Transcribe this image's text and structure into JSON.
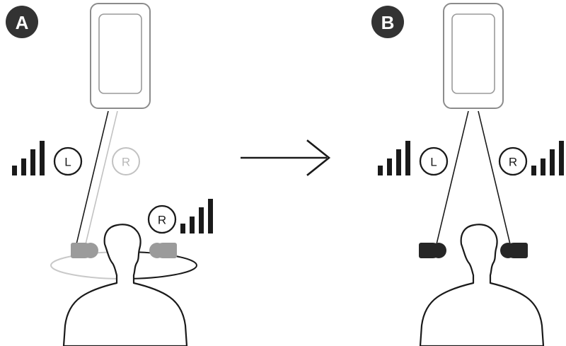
{
  "figure": {
    "panels": [
      {
        "id": "A",
        "badge_label": "A",
        "badge_color": "#333333",
        "badge_text_color": "#ffffff",
        "device": {
          "name": "smartphone",
          "outline_color": "#8c8c8c",
          "screen_color": "#9a9a9a"
        },
        "listener": {
          "name": "head-and-shoulders-silhouette",
          "outline_color": "#1a1a1a"
        },
        "neckband": {
          "name": "neckband-cable-loop",
          "visible": true,
          "left_color": "#c9c9c9",
          "right_color": "#1a1a1a"
        },
        "earbuds": [
          {
            "side": "left",
            "state": "inactive",
            "color": "#9b9b9b"
          },
          {
            "side": "right",
            "state": "inactive",
            "color": "#9b9b9b"
          }
        ],
        "links": [
          {
            "from": "phone",
            "to": "left-earbud",
            "style": "strong",
            "color": "#1a1a1a"
          },
          {
            "from": "phone",
            "to": "left-earbud",
            "style": "weak",
            "color": "#c2c2c2"
          }
        ],
        "channel_badges": [
          {
            "label": "L",
            "state": "strong",
            "color": "#1a1a1a",
            "has_signal_bars": true,
            "bars_side": "left"
          },
          {
            "label": "R",
            "state": "weak",
            "color": "#c2c2c2",
            "has_signal_bars": false,
            "bars_side": "none"
          },
          {
            "label": "R",
            "state": "strong",
            "color": "#1a1a1a",
            "has_signal_bars": true,
            "bars_side": "right"
          }
        ],
        "signal_bars": [
          {
            "name": "signal-bars-left",
            "levels": [
              4,
              9,
              15,
              21
            ],
            "filled": 4,
            "total": 4,
            "color": "#1a1a1a"
          },
          {
            "name": "signal-bars-relay",
            "levels": [
              4,
              9,
              15,
              21
            ],
            "filled": 4,
            "total": 4,
            "color": "#1a1a1a"
          }
        ]
      },
      {
        "id": "B",
        "badge_label": "B",
        "badge_color": "#333333",
        "badge_text_color": "#ffffff",
        "device": {
          "name": "smartphone",
          "outline_color": "#8c8c8c",
          "screen_color": "#9a9a9a"
        },
        "listener": {
          "name": "head-and-shoulders-silhouette",
          "outline_color": "#1a1a1a"
        },
        "neckband": {
          "name": "neckband-cable-loop",
          "visible": false,
          "left_color": "#c9c9c9",
          "right_color": "#1a1a1a"
        },
        "earbuds": [
          {
            "side": "left",
            "state": "active",
            "color": "#262626"
          },
          {
            "side": "right",
            "state": "active",
            "color": "#262626"
          }
        ],
        "links": [
          {
            "from": "phone",
            "to": "left-earbud",
            "style": "strong",
            "color": "#1a1a1a"
          },
          {
            "from": "phone",
            "to": "right-earbud",
            "style": "strong",
            "color": "#1a1a1a"
          }
        ],
        "channel_badges": [
          {
            "label": "L",
            "state": "strong",
            "color": "#1a1a1a",
            "has_signal_bars": true,
            "bars_side": "left"
          },
          {
            "label": "R",
            "state": "strong",
            "color": "#1a1a1a",
            "has_signal_bars": true,
            "bars_side": "right"
          }
        ],
        "signal_bars": [
          {
            "name": "signal-bars-left",
            "levels": [
              4,
              9,
              15,
              21
            ],
            "filled": 4,
            "total": 4,
            "color": "#1a1a1a"
          },
          {
            "name": "signal-bars-right",
            "levels": [
              4,
              9,
              15,
              21
            ],
            "filled": 4,
            "total": 4,
            "color": "#1a1a1a"
          }
        ]
      }
    ],
    "transition_arrow": {
      "name": "transition-arrow",
      "direction": "right",
      "color": "#1a1a1a"
    },
    "labels": {
      "panel_a": "A",
      "panel_b": "B",
      "left_channel": "L",
      "right_channel": "R"
    }
  }
}
